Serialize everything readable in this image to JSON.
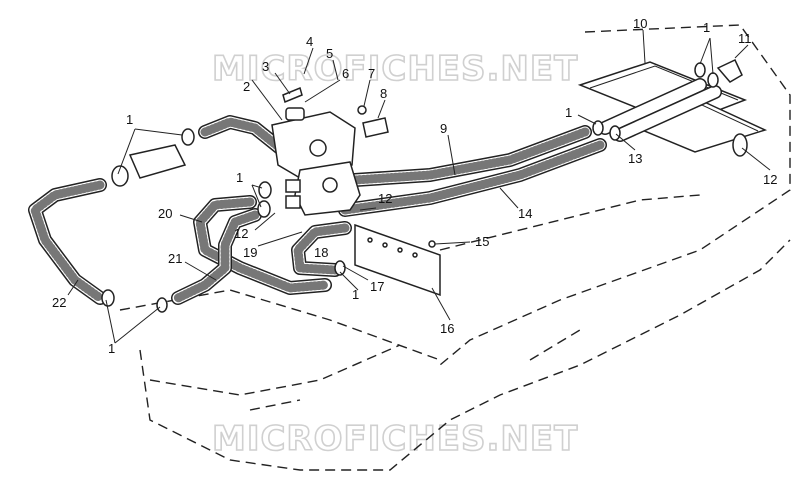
{
  "watermark": {
    "top": "MICROFICHES.NET",
    "bottom": "MICROFICHES.NET"
  },
  "callouts": [
    {
      "id": "c1a",
      "text": "1"
    },
    {
      "id": "c1b",
      "text": "1"
    },
    {
      "id": "c1c",
      "text": "1"
    },
    {
      "id": "c1d",
      "text": "1"
    },
    {
      "id": "c1e",
      "text": "1"
    },
    {
      "id": "c1f",
      "text": "1"
    },
    {
      "id": "c2",
      "text": "2"
    },
    {
      "id": "c3",
      "text": "3"
    },
    {
      "id": "c4",
      "text": "4"
    },
    {
      "id": "c5",
      "text": "5"
    },
    {
      "id": "c6",
      "text": "6"
    },
    {
      "id": "c7",
      "text": "7"
    },
    {
      "id": "c8",
      "text": "8"
    },
    {
      "id": "c9",
      "text": "9"
    },
    {
      "id": "c10",
      "text": "10"
    },
    {
      "id": "c11",
      "text": "11"
    },
    {
      "id": "c12a",
      "text": "12"
    },
    {
      "id": "c12b",
      "text": "12"
    },
    {
      "id": "c12c",
      "text": "12"
    },
    {
      "id": "c13",
      "text": "13"
    },
    {
      "id": "c14",
      "text": "14"
    },
    {
      "id": "c15",
      "text": "15"
    },
    {
      "id": "c16",
      "text": "16"
    },
    {
      "id": "c17",
      "text": "17"
    },
    {
      "id": "c18",
      "text": "18"
    },
    {
      "id": "c19",
      "text": "19"
    },
    {
      "id": "c20",
      "text": "20"
    },
    {
      "id": "c21",
      "text": "21"
    },
    {
      "id": "c22",
      "text": "22"
    }
  ]
}
